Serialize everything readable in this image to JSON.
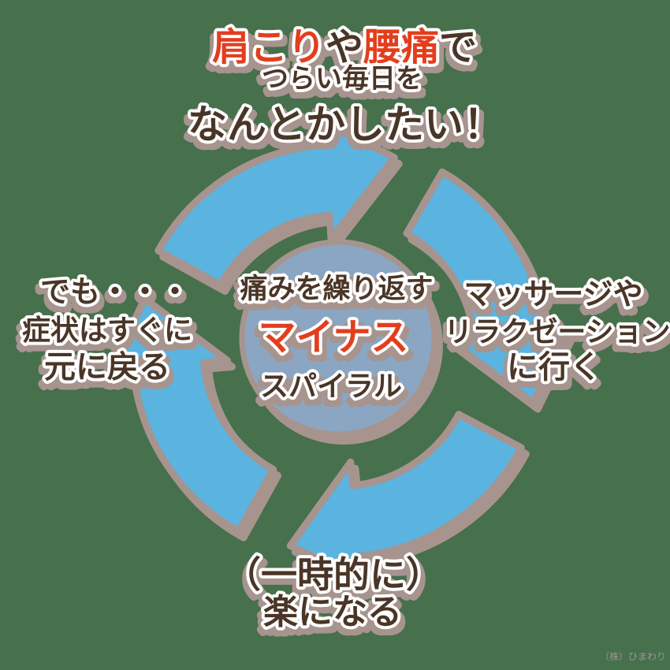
{
  "colors": {
    "background": "#47704D",
    "arrow_blue": "#5BB3E0",
    "circle_fill": "#8BA6C2",
    "shadow_mauve": "#A7948E",
    "text_brown": "#4A3526",
    "text_red": "#E23E1E",
    "watermark_gray": "#9C9497",
    "outline_white": "#FFFFFF"
  },
  "cycle": {
    "top": {
      "line1_full": "肩こりや腰痛で",
      "line1_parts": [
        {
          "text": "肩こり",
          "emphasis": "red"
        },
        {
          "text": "や",
          "emphasis": "none"
        },
        {
          "text": "腰痛",
          "emphasis": "red"
        },
        {
          "text": "で",
          "emphasis": "none"
        }
      ],
      "line2": "つらい毎日を",
      "line3": "なんとかしたい！"
    },
    "right": {
      "line1": "マッサージや",
      "line2": "リラクゼーション",
      "line3": "に行く"
    },
    "bottom": {
      "line1": "（一時的に）",
      "line2": "楽になる"
    },
    "left": {
      "line1": "でも・・・",
      "line2": "症状はすぐに",
      "line3": "元に戻る"
    },
    "center": {
      "line1": "痛みを繰り返す",
      "line2": "マイナス",
      "line3": "スパイラル"
    }
  },
  "watermark": "（株）ひまわり"
}
